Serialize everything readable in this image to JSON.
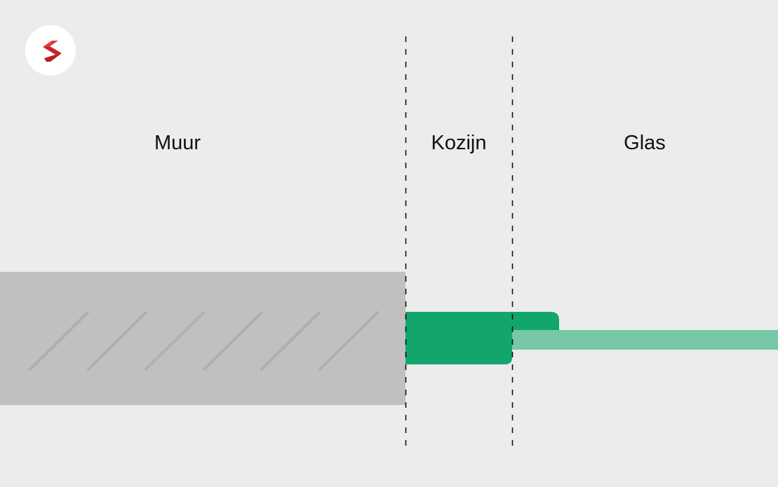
{
  "labels": {
    "wall": "Muur",
    "frame": "Kozijn",
    "glass": "Glas"
  },
  "logo": {
    "icon": "brand-s-logo-icon",
    "color": "#d42a2f"
  },
  "colors": {
    "background": "#ececec",
    "wall": "#c0c0c0",
    "wall_hatch": "#afafaf",
    "frame": "#12a66c",
    "glass": "#76c8a6",
    "divider": "#111111"
  }
}
